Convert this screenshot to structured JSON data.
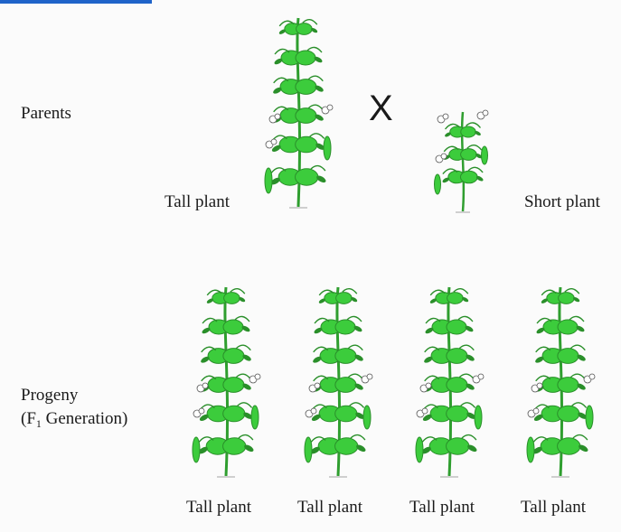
{
  "parents": {
    "row_label": "Parents",
    "cross_symbol": "X",
    "tall_label": "Tall plant",
    "short_label": "Short plant"
  },
  "progeny": {
    "row_label": "Progeny",
    "generation_prefix": "(F",
    "generation_sub": "1",
    "generation_suffix": " Generation)",
    "plant_labels": [
      "Tall plant",
      "Tall plant",
      "Tall plant",
      "Tall plant"
    ]
  },
  "colors": {
    "leaf": "#3ccc3c",
    "leaf_dark": "#2a8f2a",
    "stem": "#2f9e2f",
    "accent_bar": "#1f63c9"
  }
}
